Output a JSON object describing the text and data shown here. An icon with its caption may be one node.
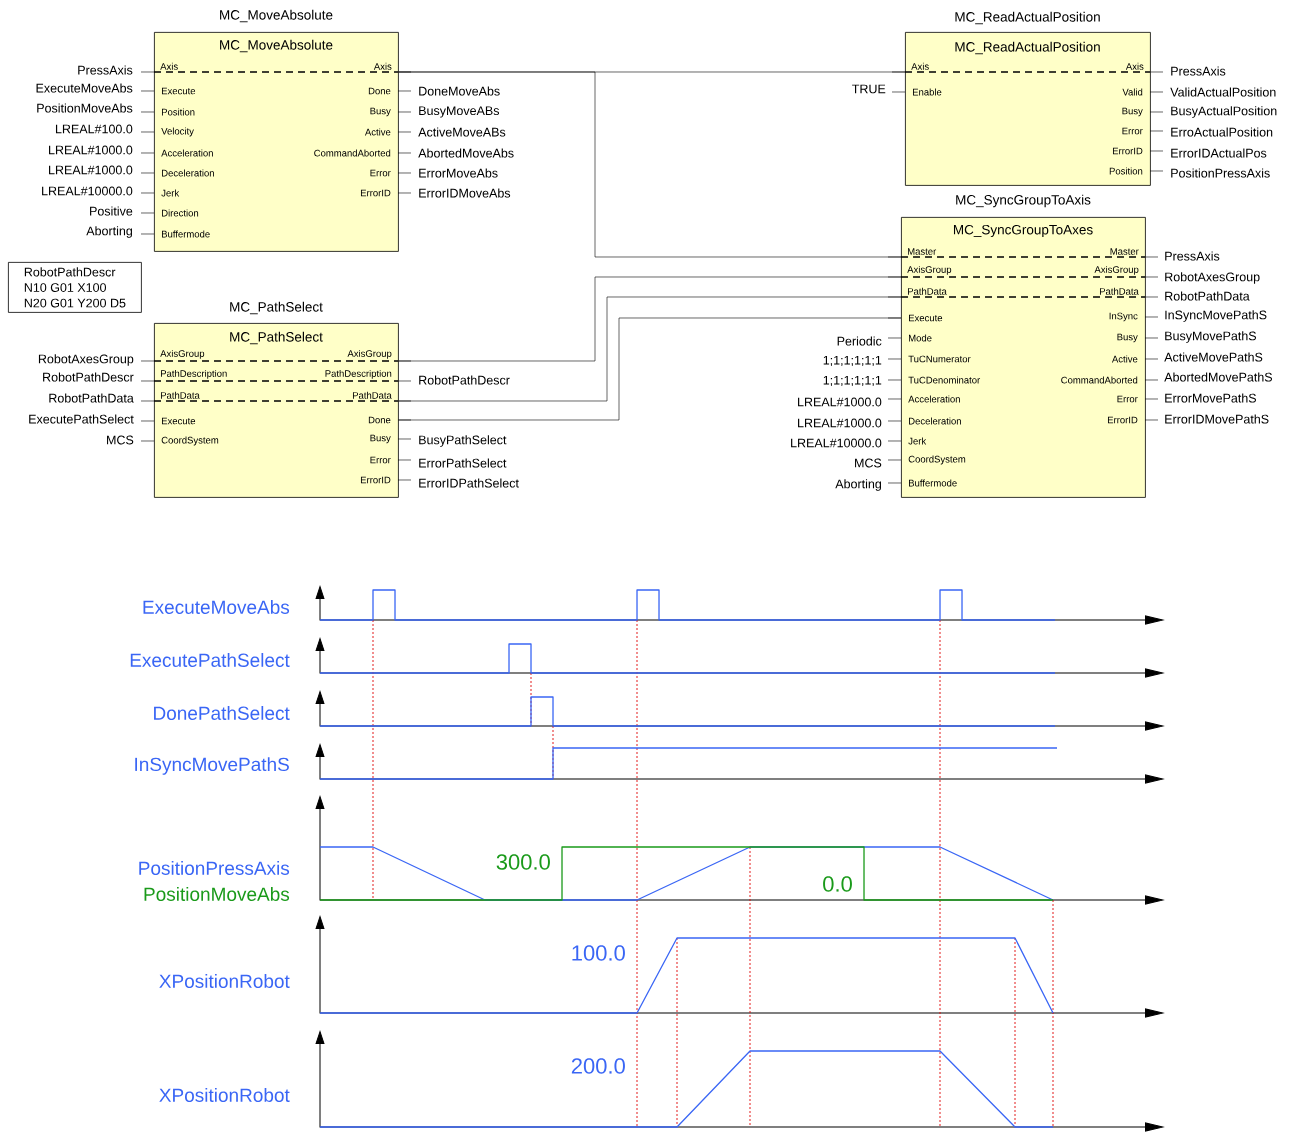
{
  "diagram": {
    "nodes": [
      {
        "text": [
          "MC_MoveAbsolute",
          "MC_MoveAbsolute",
          "Axis",
          "Execute",
          "Position",
          "Velocity",
          "Acceleration",
          "Deceleration",
          "Jerk",
          "Direction",
          "Buffermode",
          "Axis",
          "Done",
          "Busy",
          "Active",
          "CommandAborted",
          "Error",
          "ErrorID"
        ]
      },
      {
        "text": [
          "MC_ReadActualPosition",
          "MC_ReadActualPosition",
          "Axis",
          "Enable",
          "Axis",
          "Valid",
          "Busy",
          "Error",
          "ErrorID",
          "Position"
        ]
      },
      {
        "text": [
          "MC_SyncGroupToAxis",
          "MC_SyncGroupToAxes",
          "Master",
          "AxisGroup",
          "PathData",
          "Execute",
          "Mode",
          "TuCNumerator",
          "TuCDenominator",
          "Acceleration",
          "Deceleration",
          "Jerk",
          "CoordSystem",
          "Buffermode",
          "Master",
          "AxisGroup",
          "PathData",
          "InSync",
          "Busy",
          "Active",
          "CommandAborted",
          "Error",
          "ErrorID"
        ]
      },
      {
        "text": [
          "RobotPathDescr",
          "N10 G01 X100",
          "N20 G01 Y200 D5"
        ]
      },
      {
        "text": [
          "MC_PathSelect",
          "MC_PathSelect",
          "AxisGroup",
          "PathDescription",
          "PathData",
          "Execute",
          "CoordSystem",
          "AxisGroup",
          "PathDescription",
          "PathData",
          "Done",
          "Busy",
          "Error",
          "ErrorID"
        ]
      }
    ],
    "edges": [
      {
        "from": 0,
        "to": 1,
        "arrow": "none"
      },
      {
        "from": 0,
        "to": 2,
        "arrow": "none"
      },
      {
        "from": 4,
        "to": 2,
        "arrow": "none"
      },
      {
        "from": 4,
        "to": 2,
        "arrow": "none"
      },
      {
        "from": 4,
        "to": 2,
        "arrow": "none"
      }
    ],
    "labels": [
      "PressAxis",
      "ExecuteMoveAbs",
      "PositionMoveAbs",
      "LREAL#100.0",
      "LREAL#1000.0",
      "LREAL#1000.0",
      "LREAL#10000.0",
      "Positive",
      "Aborting",
      "DoneMoveAbs",
      "BusyMoveABs",
      "ActiveMoveABs",
      "AbortedMoveAbs",
      "ErrorMoveAbs",
      "ErrorIDMoveAbs",
      "TRUE",
      "PressAxis",
      "ValidActualPosition",
      "BusyActualPosition",
      "ErroActualPosition",
      "ErrorIDActualPos",
      "PositionPressAxis",
      "Periodic",
      "1;1;1;1;1;1",
      "1;1;1;1;1;1",
      "LREAL#1000.0",
      "LREAL#1000.0",
      "LREAL#10000.0",
      "MCS",
      "Aborting",
      "PressAxis",
      "RobotAxesGroup",
      "RobotPathData",
      "InSyncMovePathS",
      "BusyMovePathS",
      "ActiveMovePathS",
      "AbortedMovePathS",
      "ErrorMovePathS",
      "ErrorIDMovePathS",
      "RobotAxesGroup",
      "RobotPathDescr",
      "RobotPathData",
      "ExecutePathSelect",
      "MCS",
      "RobotPathDescr",
      "BusyPathSelect",
      "ErrorPathSelect",
      "ErrorIDPathSelect",
      "ExecuteMoveAbs",
      "ExecutePathSelect",
      "DonePathSelect",
      "InSyncMovePathS",
      "300.0",
      "PositionPressAxis",
      "0.0",
      "PositionMoveAbs",
      "100.0",
      "XPositionRobot",
      "200.0",
      "XPositionRobot"
    ]
  }
}
